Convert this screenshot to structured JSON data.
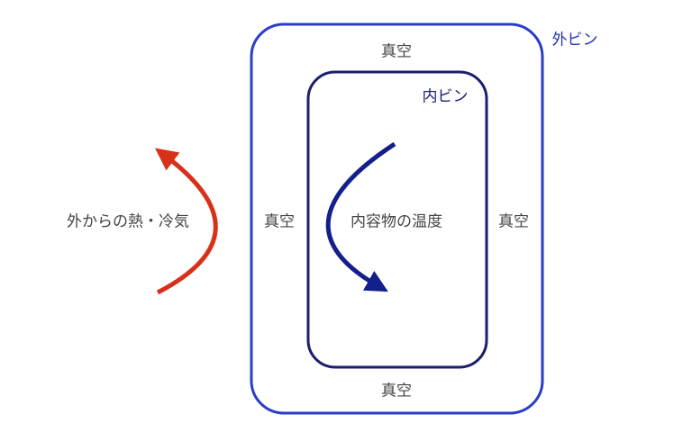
{
  "colors": {
    "outer_bottle": "#2a3dc8",
    "inner_bottle": "#1a1f6e",
    "heat_arrow": "#d8311a",
    "contents_arrow": "#13208c"
  },
  "labels": {
    "outer_bottle": "外ビン",
    "inner_bottle": "内ビン",
    "vacuum_top": "真空",
    "vacuum_left": "真空",
    "vacuum_right": "真空",
    "vacuum_bottom": "真空",
    "contents_temperature": "内容物の温度",
    "external_heat_cold": "外からの熱・冷気"
  }
}
